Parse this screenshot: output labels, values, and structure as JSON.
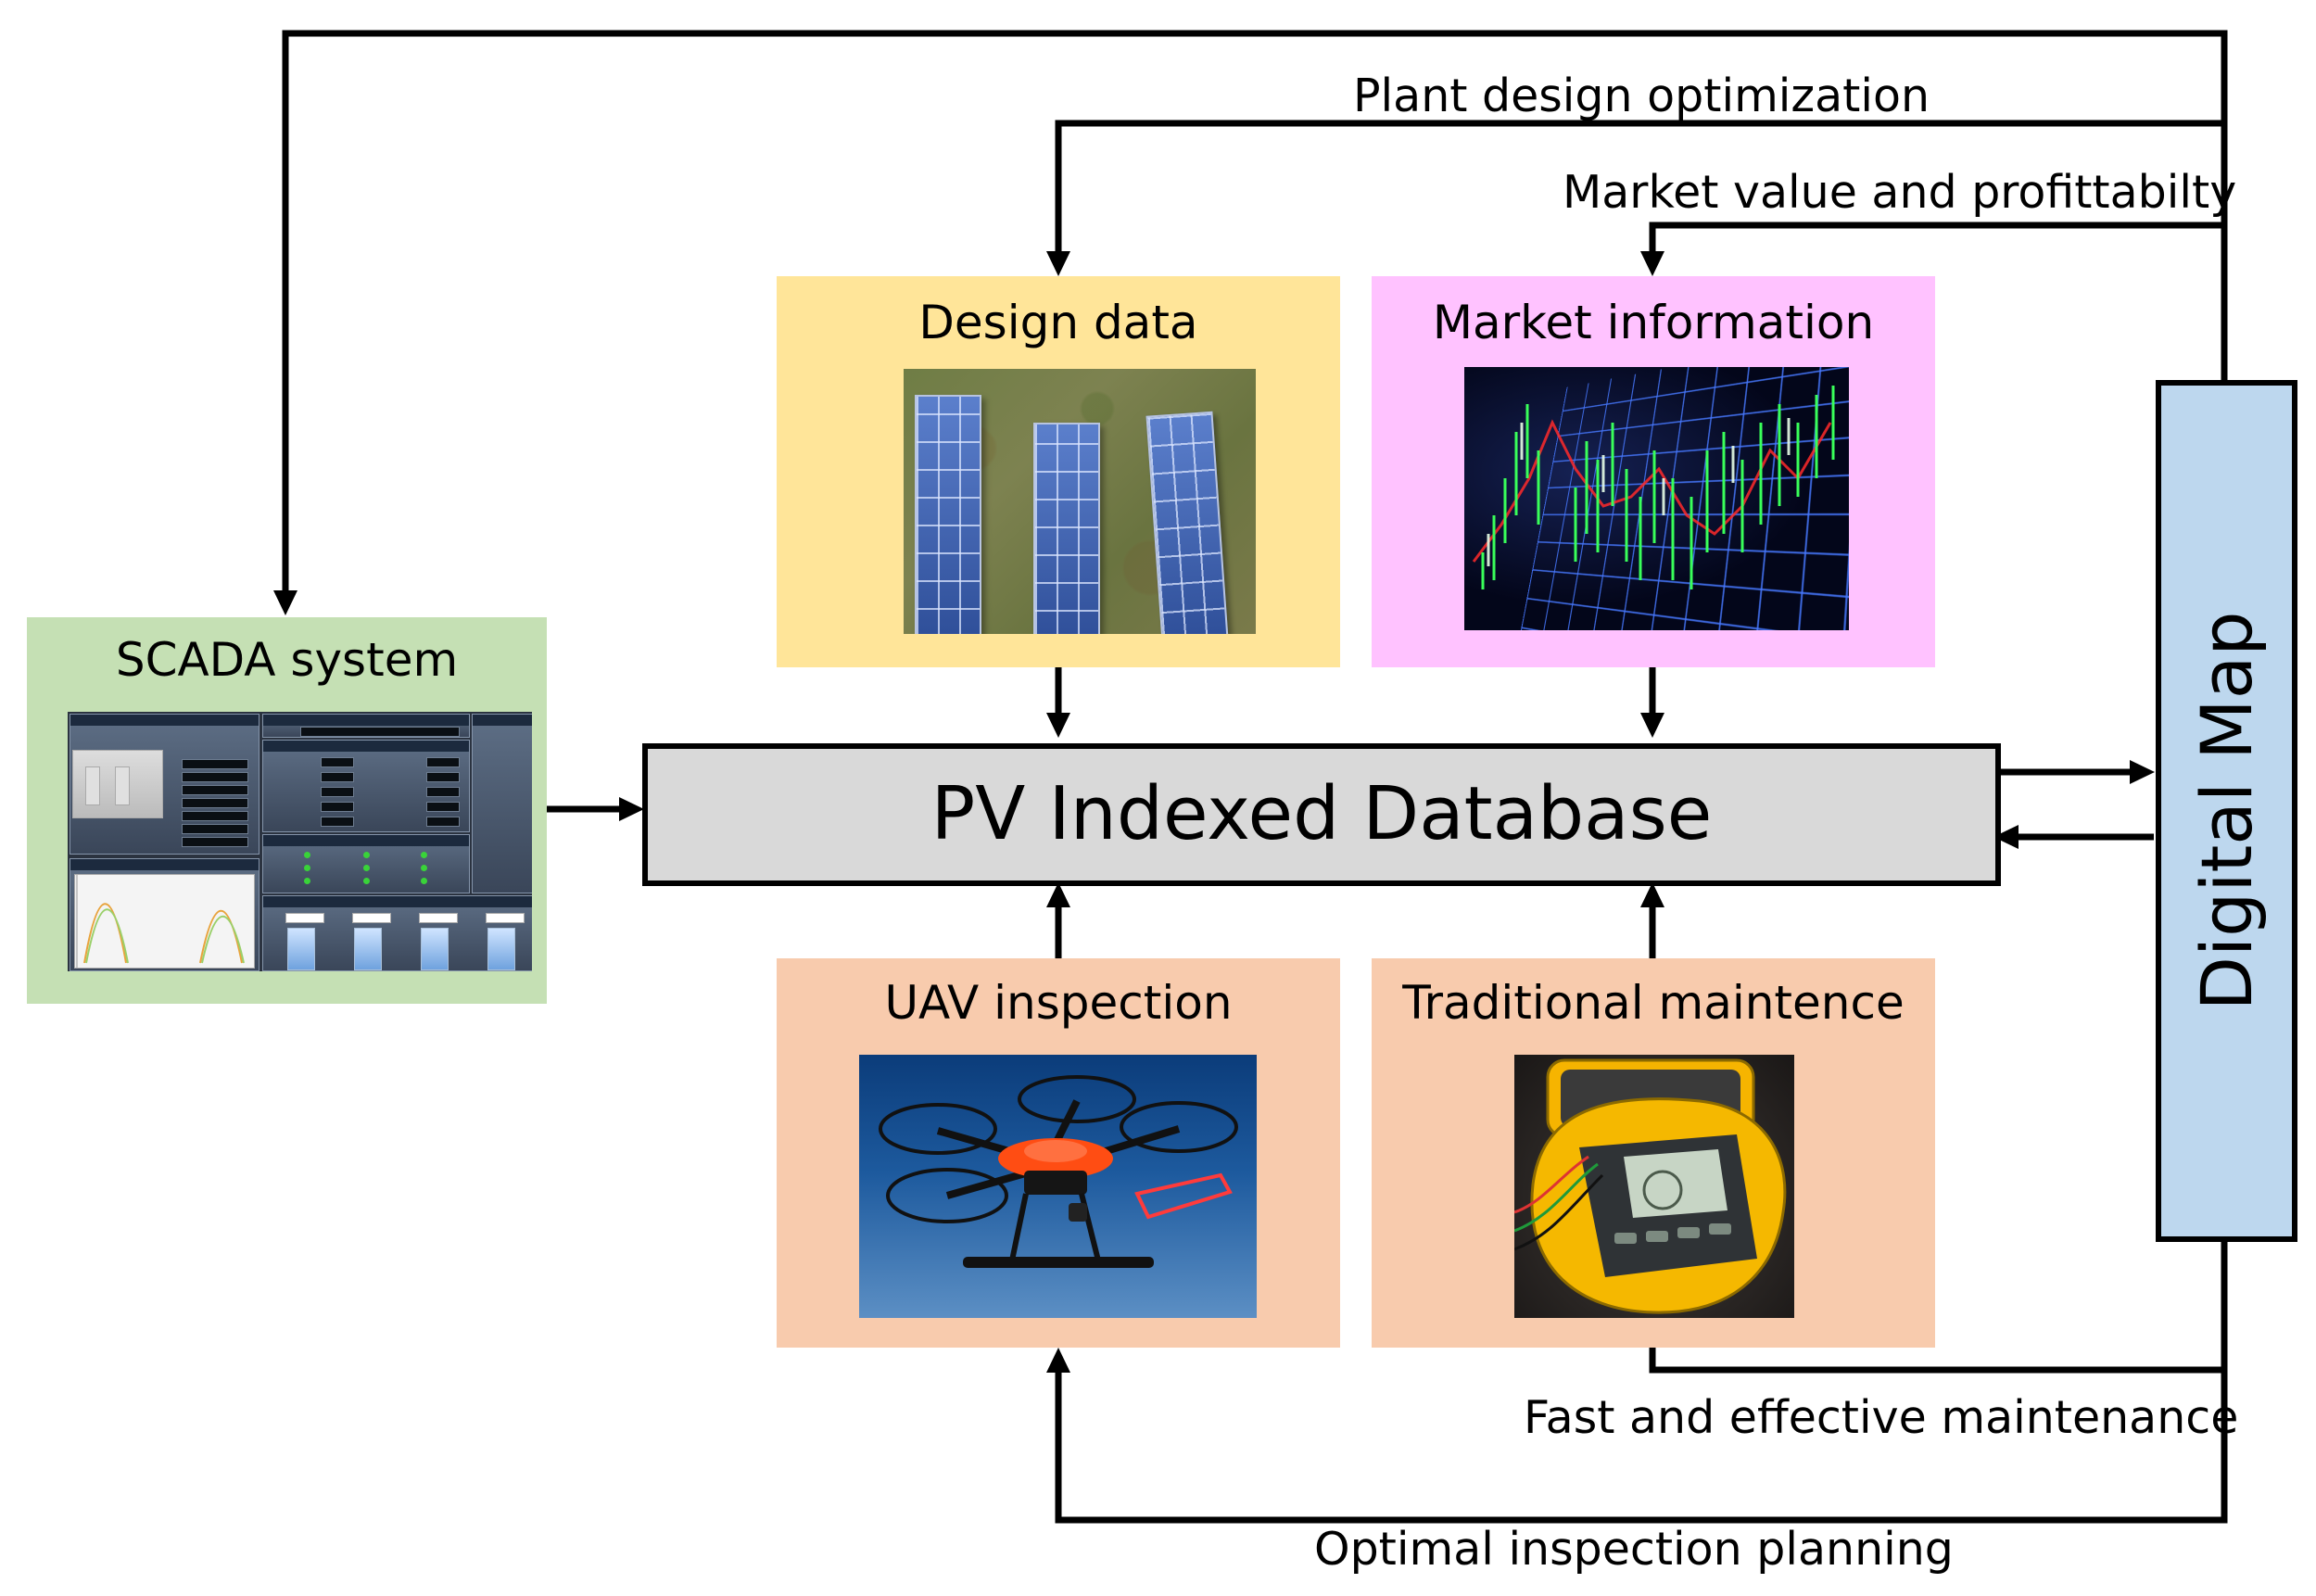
{
  "diagram": {
    "central": {
      "label": "PV Indexed Database",
      "fill": "#d9d9d9"
    },
    "sources": [
      {
        "id": "scada",
        "title": "SCADA system",
        "fill": "#c5e0b4"
      },
      {
        "id": "design",
        "title": "Design data",
        "fill": "#ffe599"
      },
      {
        "id": "market",
        "title": "Market information",
        "fill": "#ffc2ff"
      },
      {
        "id": "uav",
        "title": "UAV inspection",
        "fill": "#f8cbad"
      },
      {
        "id": "maintenance",
        "title": "Traditional maintence",
        "fill": "#f8cbad"
      }
    ],
    "output": {
      "label": "Digital Map",
      "fill": "#bdd7ee"
    },
    "feedback_labels": {
      "plant_design": "Plant design optimization",
      "market_value": "Market value and profittabilty",
      "maintenance": "Fast and effective maintenance",
      "inspection": "Optimal inspection planning"
    },
    "icons": [
      "solar-array-photo",
      "stock-chart-photo",
      "drone-photo",
      "multimeter-photo",
      "scada-screenshot"
    ]
  }
}
